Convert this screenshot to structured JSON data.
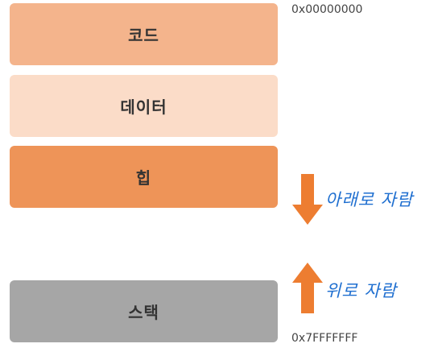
{
  "segments": {
    "code": {
      "label": "코드",
      "color": "#F4B48C"
    },
    "data": {
      "label": "데이터",
      "color": "#FBDCC8"
    },
    "heap": {
      "label": "힙",
      "color": "#EE9458"
    },
    "stack": {
      "label": "스택",
      "color": "#A6A6A6"
    }
  },
  "addresses": {
    "start": "0x00000000",
    "end": "0x7FFFFFFF"
  },
  "annotations": {
    "heap_growth": {
      "text": "아래로 자람",
      "arrow": "arrow-down-icon",
      "arrow_color": "#ED7D31",
      "ink_color": "#1F6FD0"
    },
    "stack_growth": {
      "text": "위로 자람",
      "arrow": "arrow-up-icon",
      "arrow_color": "#ED7D31",
      "ink_color": "#1F6FD0"
    }
  }
}
